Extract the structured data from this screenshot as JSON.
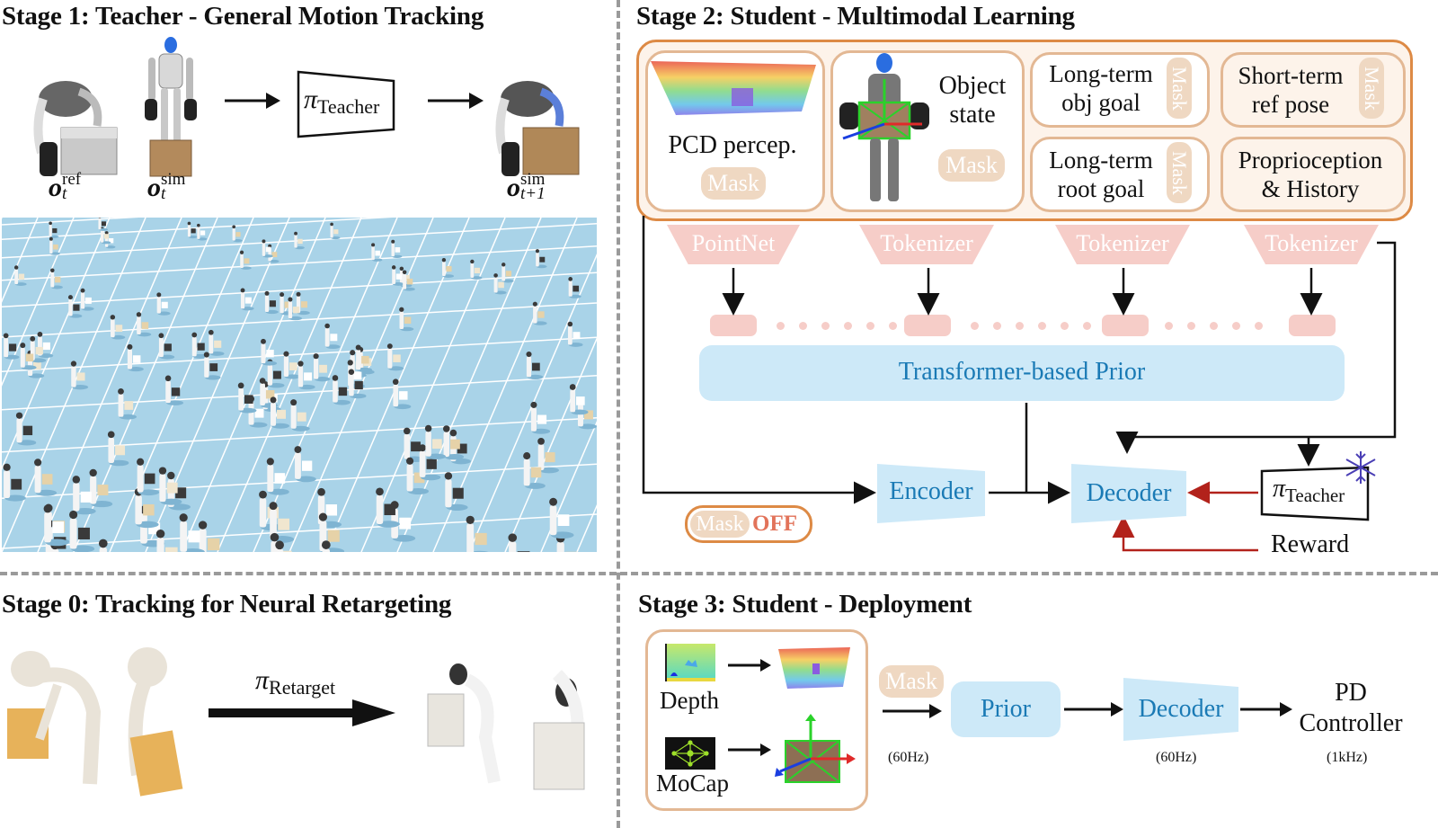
{
  "stages": {
    "stage1": {
      "title": "Stage 1: Teacher - General Motion Tracking",
      "obs_ref": {
        "base": "o",
        "sub": "t",
        "sup": "ref"
      },
      "obs_sim": {
        "base": "o",
        "sub": "t",
        "sup": "sim"
      },
      "obs_next": {
        "base": "o",
        "sub": "t+1",
        "sup": "sim"
      },
      "policy": {
        "symbol": "π",
        "sub": "Teacher"
      },
      "sim_scene": "parallel-simulation-grid"
    },
    "stage2": {
      "title": "Stage 2: Student - Multimodal Learning",
      "inputs": {
        "pcd": {
          "label": "PCD percep.",
          "mask": "Mask"
        },
        "object_state": {
          "label_line1": "Object",
          "label_line2": "state",
          "mask": "Mask"
        },
        "obj_goal": {
          "line1": "Long-term",
          "line2": "obj goal",
          "mask": "Mask"
        },
        "root_goal": {
          "line1": "Long-term",
          "line2": "root goal",
          "mask": "Mask"
        },
        "ref_pose": {
          "line1": "Short-term",
          "line2": "ref pose",
          "mask": "Mask"
        },
        "proprio": {
          "line1": "Proprioception",
          "line2": "& History"
        }
      },
      "encoders": [
        "PointNet",
        "Tokenizer",
        "Tokenizer",
        "Tokenizer"
      ],
      "prior": "Transformer-based Prior",
      "encoder": "Encoder",
      "decoder": "Decoder",
      "teacher": {
        "symbol": "π",
        "sub": "Teacher",
        "frozen": true
      },
      "reward": "Reward",
      "mask_toggle": {
        "mask": "Mask",
        "state": "OFF"
      }
    },
    "stage0": {
      "title": "Stage 0: Tracking for Neural Retargeting",
      "policy": {
        "symbol": "π",
        "sub": "Retarget"
      }
    },
    "stage3": {
      "title": "Stage 3: Student - Deployment",
      "depth": "Depth",
      "mocap": "MoCap",
      "mask": "Mask",
      "prior": "Prior",
      "decoder": "Decoder",
      "controller_line1": "PD",
      "controller_line2": "Controller",
      "freq_prior": "(60Hz)",
      "freq_decoder": "(60Hz)",
      "freq_controller": "(1kHz)"
    }
  },
  "colors": {
    "orange_border": "#dd8a45",
    "pink": "#f6cdc8",
    "blue_box": "#cde9f8",
    "blue_text": "#1a7ab5",
    "red_arrow": "#b2221b",
    "mask_fill": "#efd8c2",
    "off_text": "#e2735a",
    "snowflake": "#4a3fb5"
  }
}
